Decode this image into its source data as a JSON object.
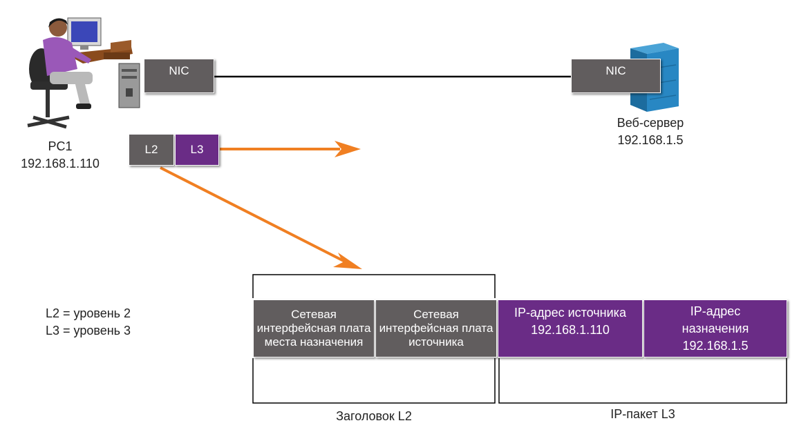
{
  "pc": {
    "name": "PC1",
    "ip": "192.168.1.110",
    "nic": "NIC"
  },
  "server": {
    "name": "Веб-сервер",
    "ip": "192.168.1.5",
    "nic": "NIC"
  },
  "packet": {
    "l2": "L2",
    "l3": "L3"
  },
  "legend": {
    "l2": "L2 = уровень 2",
    "l3": "L3 = уровень 3"
  },
  "frame": {
    "dest_mac": "Сетевая интерфейсная плата места назначения",
    "src_mac": "Сетевая интерфейсная плата источника",
    "src_ip": {
      "title": "IP-адрес источника",
      "value": "192.168.1.110"
    },
    "dst_ip": {
      "title": "IP-адрес назначения",
      "value": "192.168.1.5"
    },
    "l2_header_label": "Заголовок L2",
    "l3_packet_label": "IP-пакет L3"
  },
  "colors": {
    "gray": "#615d5e",
    "purple": "#6a2c86",
    "arrow": "#f07f22"
  }
}
